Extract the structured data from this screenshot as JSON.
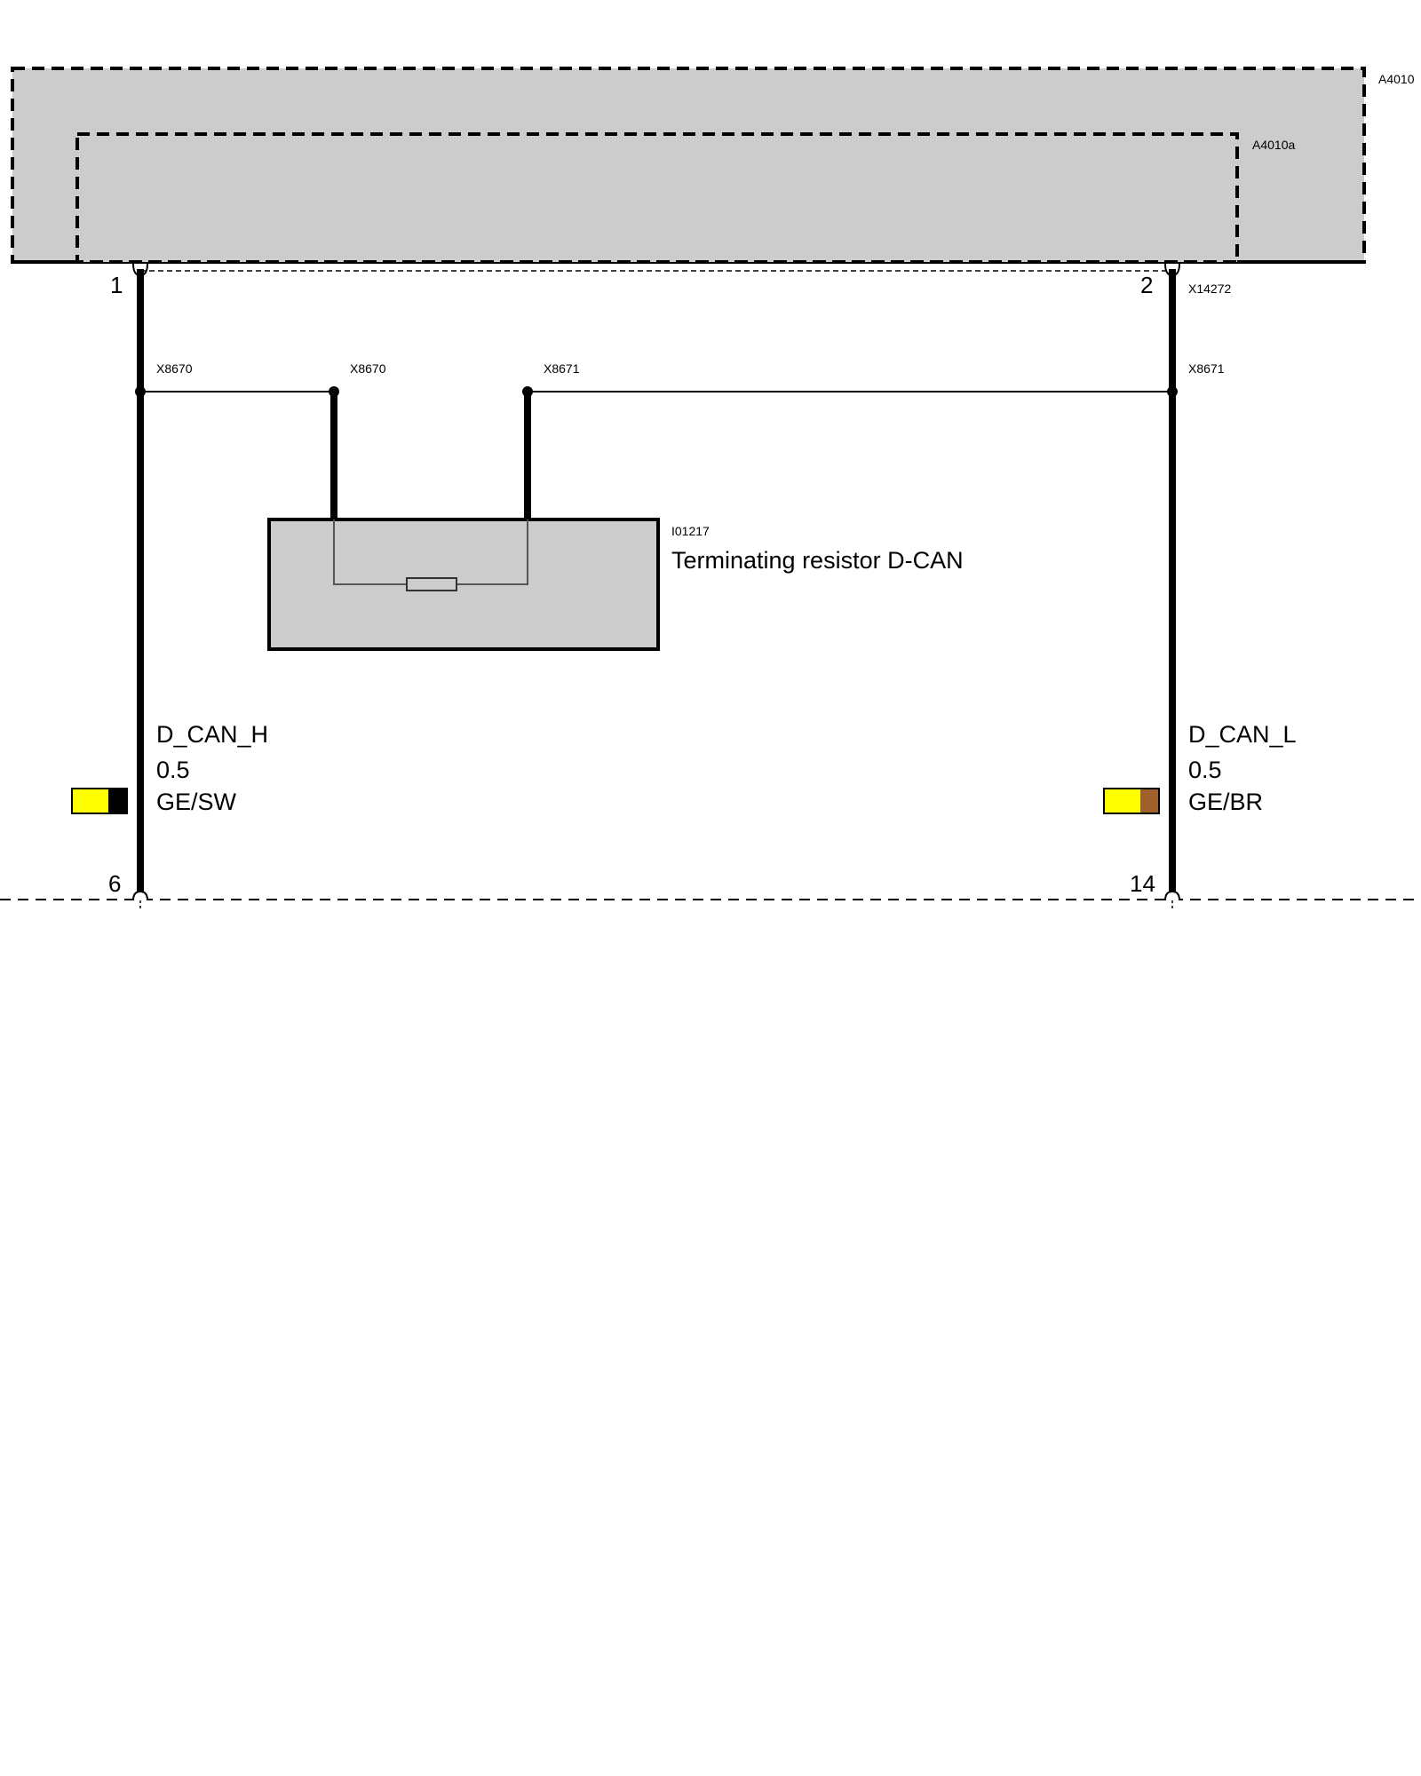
{
  "modules": {
    "outer_id": "A4010",
    "inner_id": "A4010a"
  },
  "connector_top": {
    "id": "X14272",
    "pin_left": "1",
    "pin_right": "2"
  },
  "splices": {
    "left_a": "X8670",
    "left_b": "X8670",
    "right_a": "X8671",
    "right_b": "X8671"
  },
  "component": {
    "id": "I01217",
    "name": "Terminating resistor D-CAN"
  },
  "wire_left": {
    "signal": "D_CAN_H",
    "gauge": "0.5",
    "color_code": "GE/SW",
    "color_primary": "#ffff00",
    "color_stripe": "#000000"
  },
  "wire_right": {
    "signal": "D_CAN_L",
    "gauge": "0.5",
    "color_code": "GE/BR",
    "color_primary": "#ffff00",
    "color_stripe": "#a0602a"
  },
  "connector_bottom": {
    "pin_left": "6",
    "pin_right": "14"
  }
}
